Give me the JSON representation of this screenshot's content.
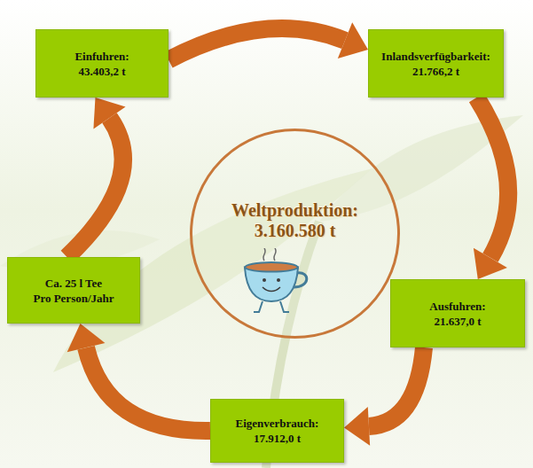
{
  "diagram": {
    "nodes": [
      {
        "text": [
          "Einfuhren:",
          "43.403,2 t"
        ]
      },
      {
        "text": [
          "Inlandsverfügbarkeit:",
          "21.766,2 t"
        ]
      },
      {
        "text": [
          "Weltproduktion:",
          "3.160.580 t"
        ]
      },
      {
        "text": [
          "Ausfuhren:",
          "21.637,0 t"
        ]
      },
      {
        "text": [
          "Eigenverbrauch:",
          "17.912,0 t"
        ]
      },
      {
        "text": [
          "Ca. 25 l Tee",
          "Pro Person/Jahr"
        ]
      }
    ],
    "edges": [
      {
        "from": 0,
        "to": 1,
        "arrow": "to"
      },
      {
        "from": 1,
        "to": 3,
        "arrow": "to"
      },
      {
        "from": 3,
        "to": 4,
        "arrow": "to"
      },
      {
        "from": 4,
        "to": 5,
        "arrow": "to"
      },
      {
        "from": 5,
        "to": 0,
        "arrow": "to"
      }
    ]
  }
}
